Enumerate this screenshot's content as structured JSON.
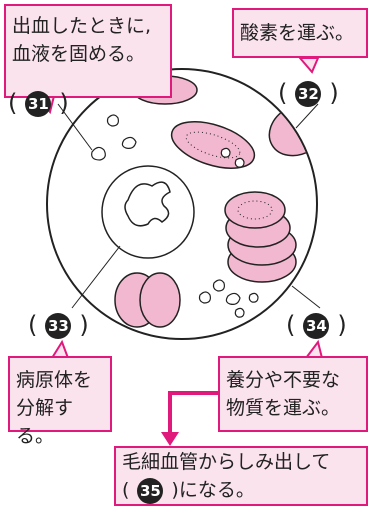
{
  "callouts": {
    "platelet": "出血したときに,\n血液を固める。",
    "red_cell": "酸素を運ぶ。",
    "white_cell": "病原体を\n分解する。",
    "plasma": "養分や不要な\n物質を運ぶ。",
    "tissue_fluid": "毛細血管からしみ出して"
  },
  "markers": {
    "m31": "31",
    "m32": "32",
    "m33": "33",
    "m34": "34",
    "m35": "35"
  },
  "tissue_fluid_suffix": "になる。",
  "colors": {
    "accent": "#e0197d",
    "callout_bg": "#fbe3ee",
    "cell": "#f2b8cf"
  }
}
